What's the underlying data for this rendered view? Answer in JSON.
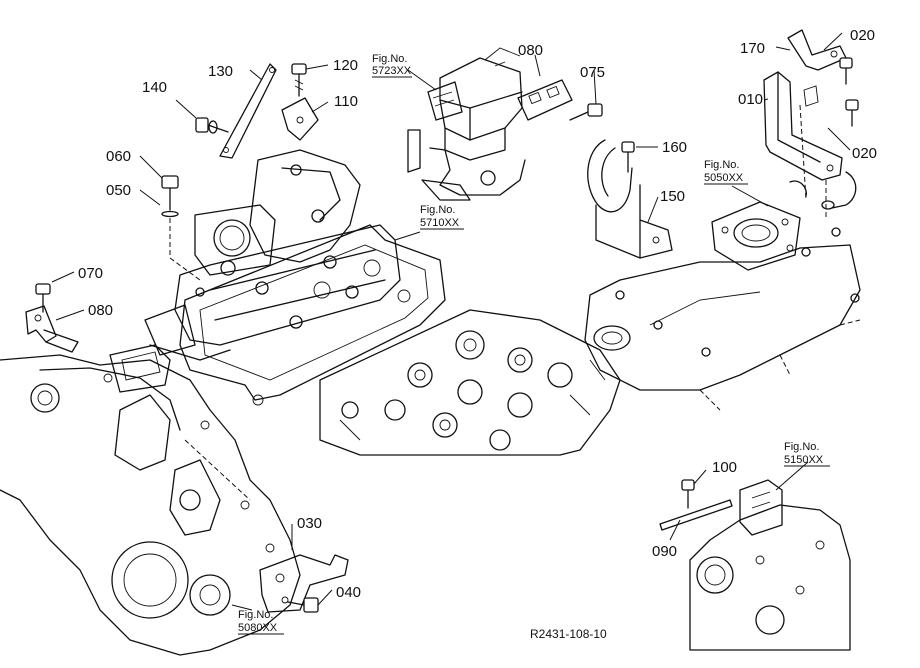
{
  "parts": [
    {
      "id": "p010",
      "label": "010"
    },
    {
      "id": "p020a",
      "label": "020"
    },
    {
      "id": "p020b",
      "label": "020"
    },
    {
      "id": "p030",
      "label": "030"
    },
    {
      "id": "p040",
      "label": "040"
    },
    {
      "id": "p050",
      "label": "050"
    },
    {
      "id": "p060",
      "label": "060"
    },
    {
      "id": "p070",
      "label": "070"
    },
    {
      "id": "p075",
      "label": "075"
    },
    {
      "id": "p080a",
      "label": "080"
    },
    {
      "id": "p080b",
      "label": "080"
    },
    {
      "id": "p090",
      "label": "090"
    },
    {
      "id": "p100",
      "label": "100"
    },
    {
      "id": "p110",
      "label": "110"
    },
    {
      "id": "p120",
      "label": "120"
    },
    {
      "id": "p130",
      "label": "130"
    },
    {
      "id": "p140",
      "label": "140"
    },
    {
      "id": "p150",
      "label": "150"
    },
    {
      "id": "p160",
      "label": "160"
    },
    {
      "id": "p170",
      "label": "170"
    }
  ],
  "figure_refs": [
    {
      "id": "f5723",
      "line1": "Fig.No.",
      "line2": "5723XX"
    },
    {
      "id": "f5710",
      "line1": "Fig.No.",
      "line2": "5710XX"
    },
    {
      "id": "f5050",
      "line1": "Fig.No.",
      "line2": "5050XX"
    },
    {
      "id": "f5150",
      "line1": "Fig.No.",
      "line2": "5150XX"
    },
    {
      "id": "f5080",
      "line1": "Fig.No.",
      "line2": "5080XX"
    }
  ],
  "diagram_code": "R2431-108-10"
}
